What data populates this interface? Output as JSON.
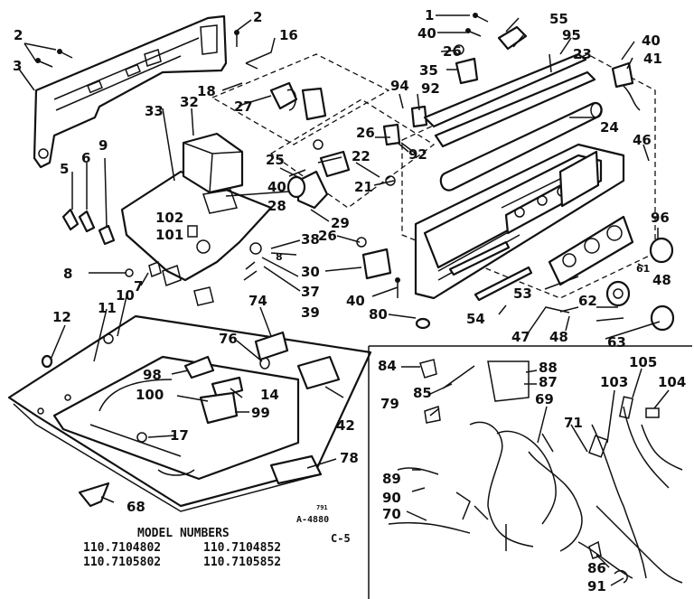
{
  "callouts": {
    "c1": "1",
    "c2a": "2",
    "c2b": "2",
    "c3": "3",
    "c5": "5",
    "c6": "6",
    "c7": "7",
    "c8": "8",
    "c8b": "8",
    "c9": "9",
    "c10": "10",
    "c11": "11",
    "c12": "12",
    "c14": "14",
    "c16": "16",
    "c17": "17",
    "c18": "18",
    "c21": "21",
    "c22": "22",
    "c23": "23",
    "c24": "24",
    "c25": "25",
    "c26a": "26",
    "c26b": "26",
    "c26c": "26",
    "c27": "27",
    "c28": "28",
    "c29": "29",
    "c30": "30",
    "c32": "32",
    "c33": "33",
    "c35": "35",
    "c37": "37",
    "c38": "38",
    "c39": "39",
    "c40a": "40",
    "c40b": "40",
    "c40c": "40",
    "c40d": "40",
    "c41": "41",
    "c42": "42",
    "c46": "46",
    "c47": "47",
    "c48a": "48",
    "c48b": "48",
    "c53": "53",
    "c54": "54",
    "c55": "55",
    "c61": "61",
    "c62": "62",
    "c63": "63",
    "c68": "68",
    "c69": "69",
    "c70": "70",
    "c71": "71",
    "c74": "74",
    "c76": "76",
    "c78": "78",
    "c79": "79",
    "c80": "80",
    "c84": "84",
    "c85": "85",
    "c86": "86",
    "c87": "87",
    "c88": "88",
    "c89": "89",
    "c90": "90",
    "c91": "91",
    "c92a": "92",
    "c92b": "92",
    "c94": "94",
    "c95": "95",
    "c96": "96",
    "c98": "98",
    "c99": "99",
    "c100": "100",
    "c101": "101",
    "c102": "102",
    "c103": "103",
    "c104": "104",
    "c105": "105"
  },
  "footer": {
    "heading": "MODEL NUMBERS",
    "models": [
      "110.7104802",
      "110.7104852",
      "110.7105802",
      "110.7105852"
    ],
    "drawing_code": "A-4880",
    "page_code": "C-5",
    "tiny_mark": "791"
  }
}
